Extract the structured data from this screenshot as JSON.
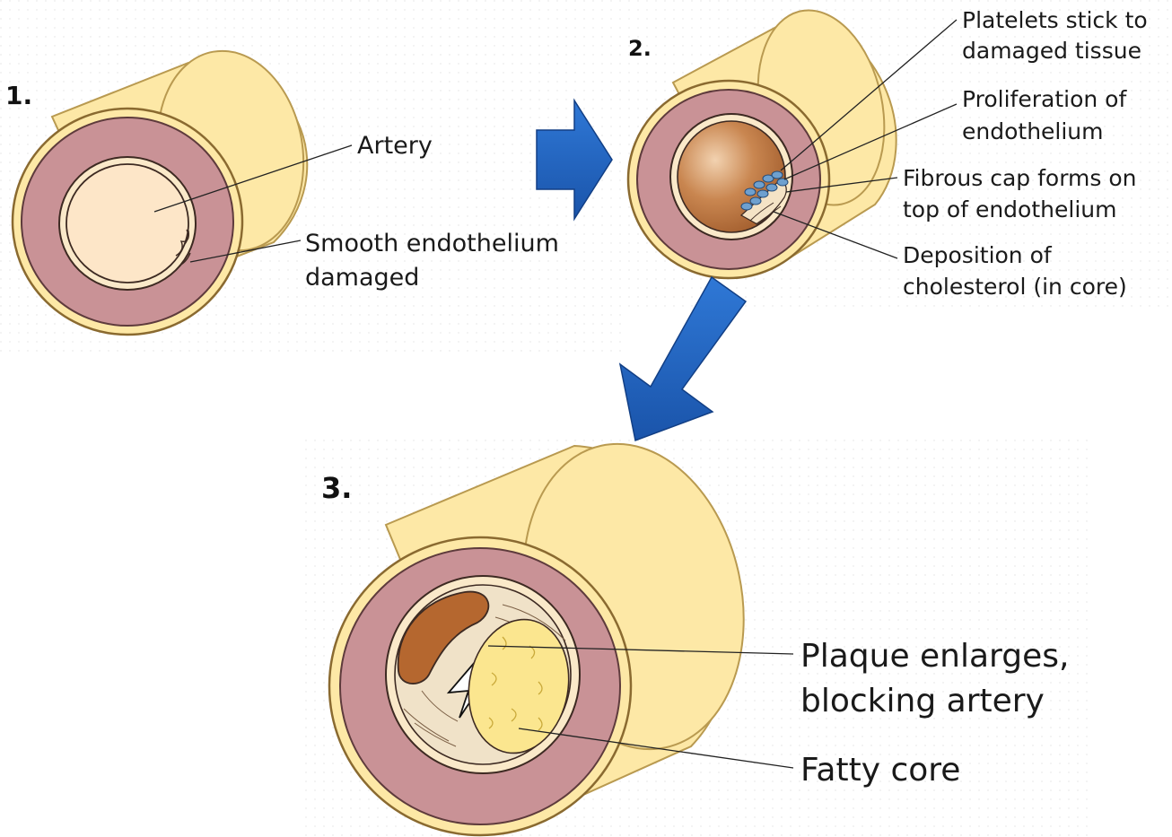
{
  "steps": {
    "s1": {
      "number": "1.",
      "labels": {
        "artery": "Artery",
        "damage_line1": "Smooth endothelium",
        "damage_line2": "damaged"
      }
    },
    "s2": {
      "number": "2.",
      "labels": {
        "platelets_line1": "Platelets stick to",
        "platelets_line2": "damaged tissue",
        "prolif_line1": "Proliferation of",
        "prolif_line2": "endothelium",
        "cap_line1": "Fibrous cap forms on",
        "cap_line2": "top of endothelium",
        "chol_line1": "Deposition of",
        "chol_line2": "cholesterol (in core)"
      }
    },
    "s3": {
      "number": "3.",
      "labels": {
        "plaque_line1": "Plaque enlarges,",
        "plaque_line2": "blocking artery",
        "fatty": "Fatty core"
      }
    }
  },
  "colors": {
    "outer_tube": "#fde8a6",
    "muscle_wall": "#c99296",
    "intima_ring": "#fae9c9",
    "lumen_clear": "#fde6c8",
    "lumen_narrow": "#b5672f",
    "fatty_core": "#fbe68f",
    "platelets": "#6ea0cf",
    "arrow": "#1f5fbf"
  }
}
